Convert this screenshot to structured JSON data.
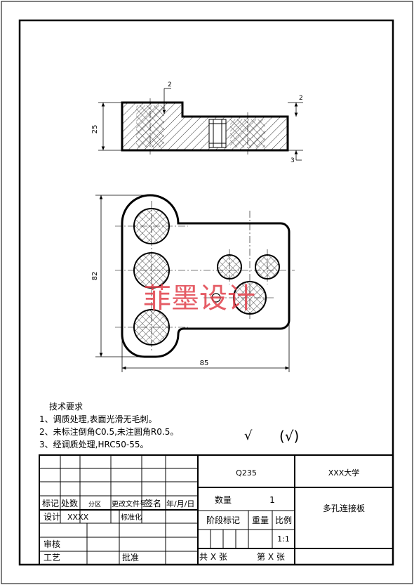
{
  "drawing": {
    "dimensions": {
      "top_height": "25",
      "step_depth": "2",
      "right_top": "2",
      "right_bottom": "3",
      "plate_height": "82",
      "plate_width": "85"
    },
    "watermark": "菲墨设计"
  },
  "notes": {
    "title": "技术要求",
    "items": [
      "1、调质处理,表面光滑无毛刺。",
      "2、未标注倒角C0.5,未注圆角R0.5。",
      "3、经调质处理,HRC50-55。"
    ]
  },
  "marks": {
    "check": "√",
    "check_paren": "(√)"
  },
  "title_block": {
    "material": "Q235",
    "school": "XXX大学",
    "part_name": "多孔连接板",
    "quantity_label": "数量",
    "quantity_value": "1",
    "stage_label": "阶段标记",
    "weight_label": "重量",
    "scale_label": "比例",
    "scale_value": "1:1",
    "sheets_total": "共 X 张",
    "sheet_no": "第 X 张",
    "rev_mark": "标记",
    "rev_count": "处数",
    "rev_zone": "分区",
    "rev_doc": "更改文件号",
    "rev_sign": "签名",
    "rev_date": "年/月/日",
    "design_label": "设计",
    "designer": "XXXX",
    "standard_label": "标准化",
    "review_label": "审核",
    "process_label": "工艺",
    "approve_label": "批准"
  }
}
